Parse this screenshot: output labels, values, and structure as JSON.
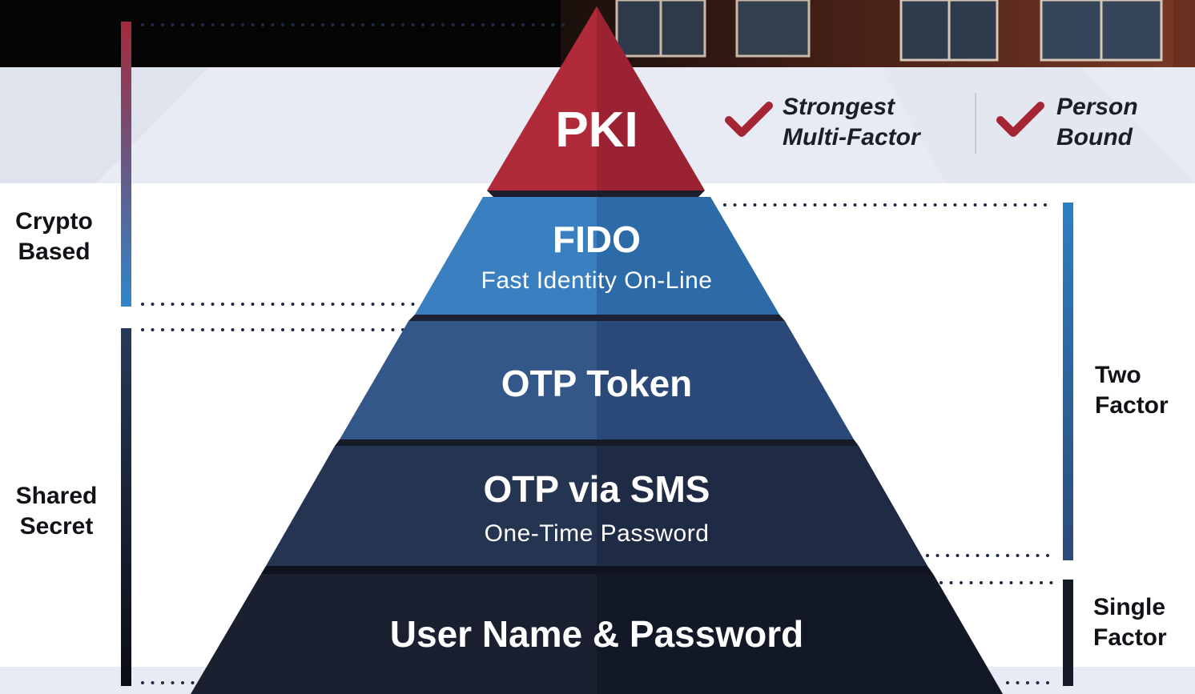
{
  "pyramid": {
    "tiers": [
      {
        "id": "pki",
        "title": "PKI",
        "subtitle": ""
      },
      {
        "id": "fido",
        "title": "FIDO",
        "subtitle": "Fast Identity On-Line"
      },
      {
        "id": "otp-token",
        "title": "OTP Token",
        "subtitle": ""
      },
      {
        "id": "otp-sms",
        "title": "OTP via SMS",
        "subtitle": "One-Time Password"
      },
      {
        "id": "password",
        "title": "User Name & Password",
        "subtitle": ""
      }
    ]
  },
  "benefits": [
    {
      "line1": "Strongest",
      "line2": "Multi-Factor"
    },
    {
      "line1": "Person",
      "line2": "Bound"
    }
  ],
  "left_groups": [
    {
      "line1": "Crypto",
      "line2": "Based"
    },
    {
      "line1": "Shared",
      "line2": "Secret"
    }
  ],
  "right_groups": [
    {
      "line1": "Two",
      "line2": "Factor"
    },
    {
      "line1": "Single",
      "line2": "Factor"
    }
  ],
  "colors": {
    "pki_red": "#b12a3a",
    "fido_blue": "#2f72b4",
    "otp_token_blue": "#2e4f80",
    "otp_sms_navy": "#23304a",
    "password_dark": "#161b28",
    "check_red": "#a62535",
    "band_light": "#e8ebf3"
  }
}
